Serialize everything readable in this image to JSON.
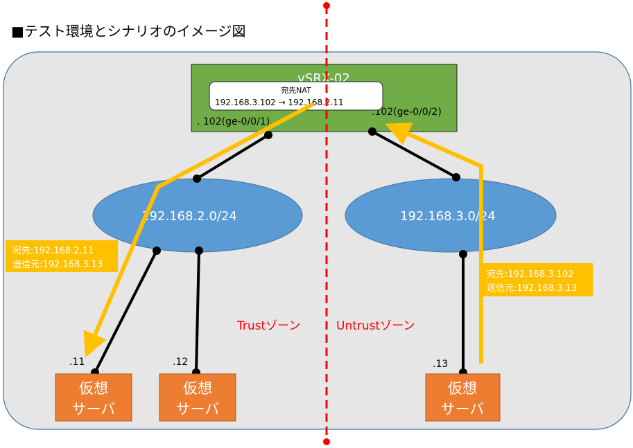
{
  "title": "■テスト環境とシナリオのイメージ図",
  "router": {
    "name": "vSRX-02",
    "port_trust": ". 102(ge-0/0/1)",
    "port_untrust": ".102(ge-0/0/2)"
  },
  "nat_callout": {
    "title": "宛先NAT",
    "rule": "192.168.3.102 → 192.168.2.11"
  },
  "networks": [
    {
      "label": "192.168.2.0/24"
    },
    {
      "label": "192.168.3.0/24"
    }
  ],
  "servers": [
    {
      "addr": ".11",
      "line1": "仮想",
      "line2": "サーバ"
    },
    {
      "addr": ".12",
      "line1": "仮想",
      "line2": "サーバ"
    },
    {
      "addr": ".13",
      "line1": "仮想",
      "line2": "サーバ"
    }
  ],
  "zones": {
    "trust": "Trustゾーン",
    "untrust": "Untrustゾーン"
  },
  "packet_labels": [
    {
      "dst": "宛先:192.168.2.11",
      "src": "送信元:192.168.3.13"
    },
    {
      "dst": "宛先:192.168.3.102",
      "src": "送信元:192.168.3.13"
    }
  ],
  "colors": {
    "router": "#70ad47",
    "network": "#5b9bd5",
    "server": "#ed7d31",
    "flow": "#ffc000",
    "zone_border": "#ff0000",
    "area": "#e7e6e6"
  }
}
